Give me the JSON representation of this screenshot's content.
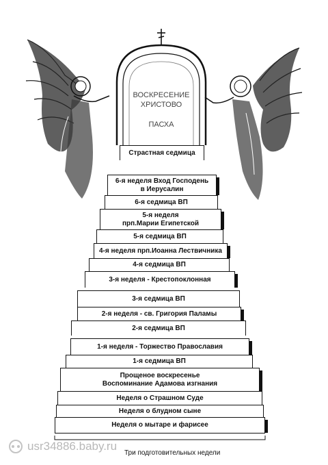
{
  "arch": {
    "line1": "ВОСКРЕСЕНИЕ",
    "line2": "ХРИСТОВО",
    "line3": "ПАСХА"
  },
  "steps": [
    "Страстная седмица",
    "6-я неделя Вход Господень\nв Иерусалин",
    "6-я седмица ВП",
    "5-я неделя\nпрп.Марии Египетской",
    "5-я седмица ВП",
    "4-я неделя прп.Иоанна Лествичника",
    "4-я седмица ВП",
    "3-я неделя - Крестопоклонная",
    "3-я седмица ВП",
    "2-я неделя - св. Григория Паламы",
    "2-я седмица ВП",
    "1-я неделя - Торжество Православия",
    "1-я седмица ВП",
    "Прощеное воскресенье\nВоспоминание Адамова изгнания",
    "Неделя о Страшном Суде",
    "Неделя о блудном сыне",
    "Неделя о мытаре и фарисее"
  ],
  "caption": "Три подготовительных недели",
  "watermark": "usr34886.baby.ru"
}
